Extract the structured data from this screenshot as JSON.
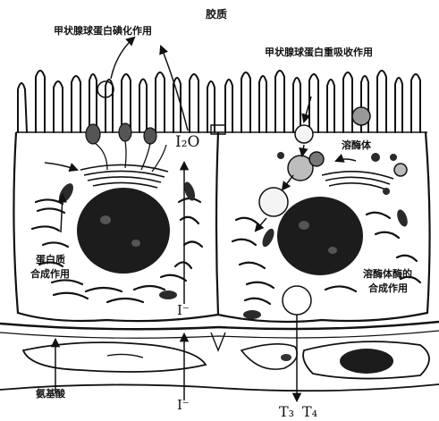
{
  "labels": {
    "colloid": "胶质",
    "iodination": "甲状腺球蛋白碘化作用",
    "reabsorption": "甲状腺球蛋白重吸收作用",
    "iodine_formula": "I₂O",
    "lysosome": "溶酶体",
    "protein_synthesis_line1": "蛋白质",
    "protein_synthesis_line2": "合成作用",
    "lysosome_synthesis_line1": "溶酶体酶的",
    "lysosome_synthesis_line2": "合成作用",
    "iodide_upper": "I⁻",
    "iodide_lower": "I⁻",
    "amino_acid": "氨基酸",
    "hormone_t3": "T₃",
    "hormone_t4": "T₄"
  },
  "colors": {
    "ink": "#111111",
    "background": "#ffffff",
    "nucleus": "#1c1c1c"
  }
}
